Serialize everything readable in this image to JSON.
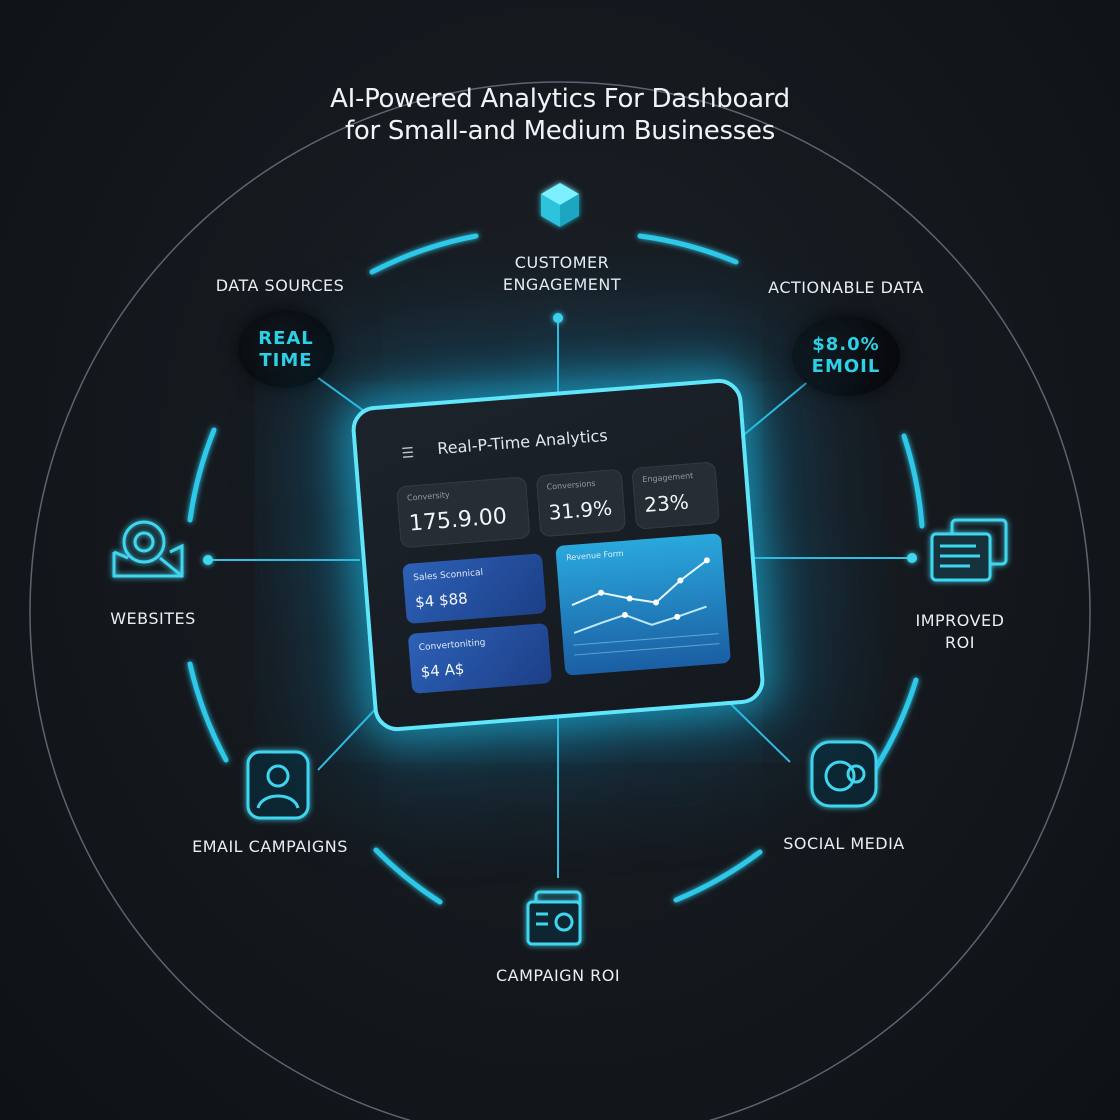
{
  "title": {
    "line1": "AI-Powered Analytics For Dashboard",
    "line2": "for Small-and Medium Businesses"
  },
  "nodes": {
    "data_sources": "DATA SOURCES",
    "customer_engagement_1": "CUSTOMER",
    "customer_engagement_2": "ENGAGEMENT",
    "actionable_data": "ACTIONABLE DATA",
    "websites": "WEBSITES",
    "improved_roi_1": "IMPROVED",
    "improved_roi_2": "ROI",
    "email_campaigns": "EMAIL CAMPAIGNS",
    "social_media": "SOCIAL MEDIA",
    "campaign_roi": "CAMPAIGN ROI"
  },
  "badges": {
    "real_time_1": "REAL",
    "real_time_2": "TIME",
    "email_1": "$8.0%",
    "email_2": "EMOIL"
  },
  "dashboard": {
    "title": "Real-P-Time Analytics",
    "kpis": [
      {
        "label": "Conversity",
        "value": "175.9.00"
      },
      {
        "label": "Conversions",
        "value": "31.9%"
      },
      {
        "label": "Engagement",
        "value": "23%"
      }
    ],
    "mini_cards": [
      {
        "label": "Sales Sconnical",
        "value": "$4 $88"
      },
      {
        "label": "Convertoniting",
        "value": "$4 A$"
      }
    ],
    "chart_label": "Revenue Form"
  },
  "colors": {
    "accent": "#38d6f0",
    "glow": "#1fb6e6",
    "background": "#14181d"
  }
}
